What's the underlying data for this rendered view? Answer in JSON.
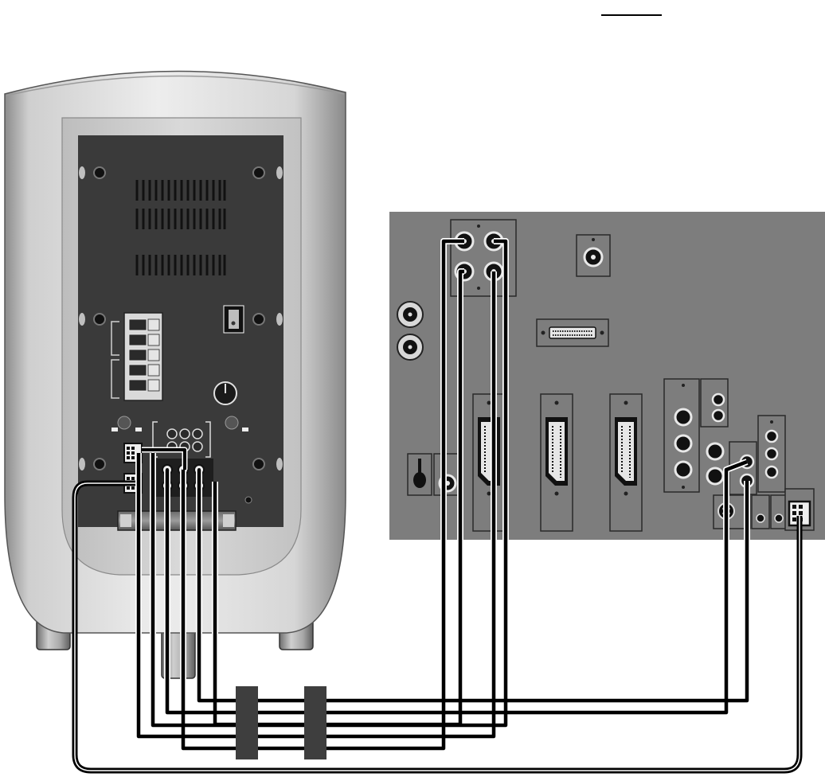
{
  "page": {
    "number": ""
  },
  "subwoofer": {
    "name": "subwoofer-rear-panel",
    "speaker_terminal_groups": 2,
    "terminals_per_group": [
      3,
      2
    ],
    "rca_inputs_upper": 6,
    "rca_outputs_lower": 3
  },
  "tv_panel": {
    "name": "tv-rear-panel",
    "scart_sockets": 3,
    "antenna_sockets": 2,
    "audio_out_rca": 4
  },
  "colors": {
    "cable": "#000000",
    "subwoofer_body": "#e3e3e3",
    "subwoofer_panel": "#3a3a3a",
    "tv_panel": "#7d7d7d",
    "cable_sleeve": "#3e3e3e"
  }
}
